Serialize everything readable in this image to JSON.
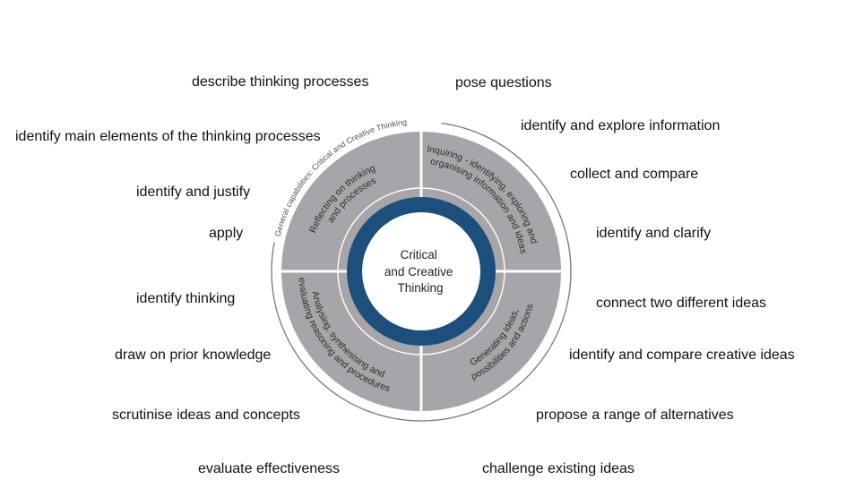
{
  "diagram": {
    "outer_ring_label": "General capabilities: Critical and Creative Thinking",
    "center_lines": [
      "Critical",
      "and Creative",
      "Thinking"
    ],
    "segments": {
      "inquiring": [
        "Inquiring - identifying, exploring and",
        "organising information and ideas"
      ],
      "reflecting": [
        "Reflecting on thinking",
        "and processes"
      ],
      "analysing": [
        "Analysing, synthesising and",
        "evaluating reasoning and procedures"
      ],
      "generating": [
        "Generating ideas,",
        "possibilities and actions"
      ]
    },
    "colors": {
      "segment_fill": "#a7a5a9",
      "center_ring": "#1c4f7c",
      "divider": "#ffffff",
      "outer_arc": "#777777"
    }
  },
  "labels": {
    "describe_thinking_processes": "describe thinking processes",
    "identify_main_elements": "identify main elements of the thinking processes",
    "identify_and_justify": "identify and justify",
    "apply": "apply",
    "identify_thinking": "identify thinking",
    "draw_on_prior_knowledge": "draw on prior knowledge",
    "scrutinise_ideas": "scrutinise ideas and concepts",
    "evaluate_effectiveness": "evaluate effectiveness",
    "pose_questions": "pose questions",
    "identify_and_explore": "identify and explore information",
    "collect_and_compare": "collect and compare",
    "identify_and_clarify": "identify and clarify",
    "connect_two_ideas": "connect two different ideas",
    "identify_compare_creative": "identify and compare creative ideas",
    "propose_alternatives": "propose a range of alternatives",
    "challenge_existing": "challenge existing ideas"
  }
}
